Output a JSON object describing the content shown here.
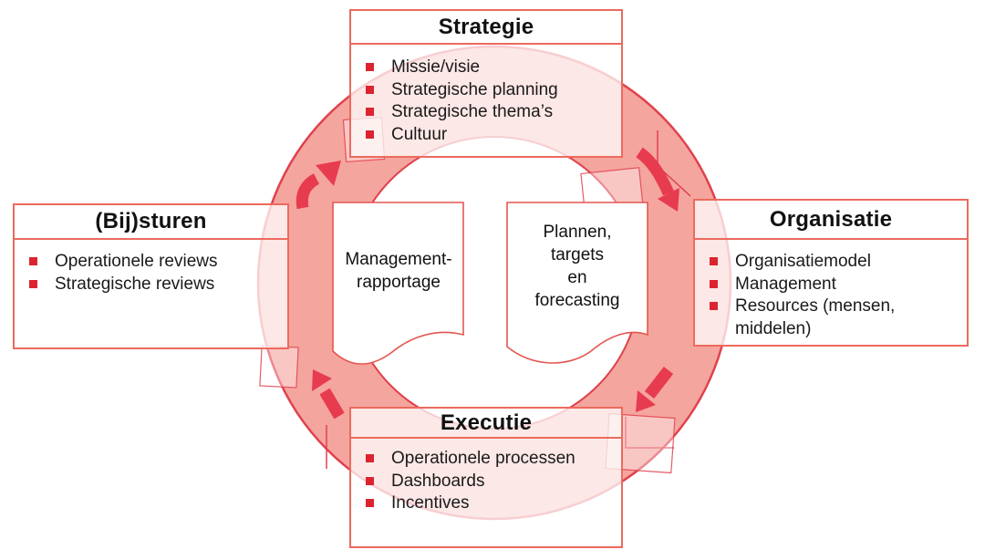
{
  "cycle": {
    "boxes": [
      {
        "key": "strategie",
        "title": "Strategie",
        "items": [
          "Missie/visie",
          "Strategische planning",
          "Strategische thema’s",
          "Cultuur"
        ]
      },
      {
        "key": "organisatie",
        "title": "Organisatie",
        "items": [
          "Organisatiemodel",
          "Management",
          "Resources (mensen, middelen)"
        ]
      },
      {
        "key": "executie",
        "title": "Executie",
        "items": [
          "Operationele processen",
          "Dashboards",
          "Incentives"
        ]
      },
      {
        "key": "bijsturen",
        "title": "(Bij)sturen",
        "items": [
          "Operationele reviews",
          "Strategische reviews"
        ]
      }
    ],
    "documents": [
      {
        "lines": [
          "Management-",
          "rapportage"
        ]
      },
      {
        "lines": [
          "Plannen,",
          "targets",
          "en",
          "forecasting"
        ]
      }
    ],
    "flow_direction": "clockwise",
    "colors": {
      "ring_fill": "#f4a59e",
      "ring_stroke": "#e0414d",
      "arrow": "#e73b4f",
      "box_border": "#ec6a5e",
      "bullet": "#dc2430",
      "text": "#1a1a1a"
    }
  }
}
